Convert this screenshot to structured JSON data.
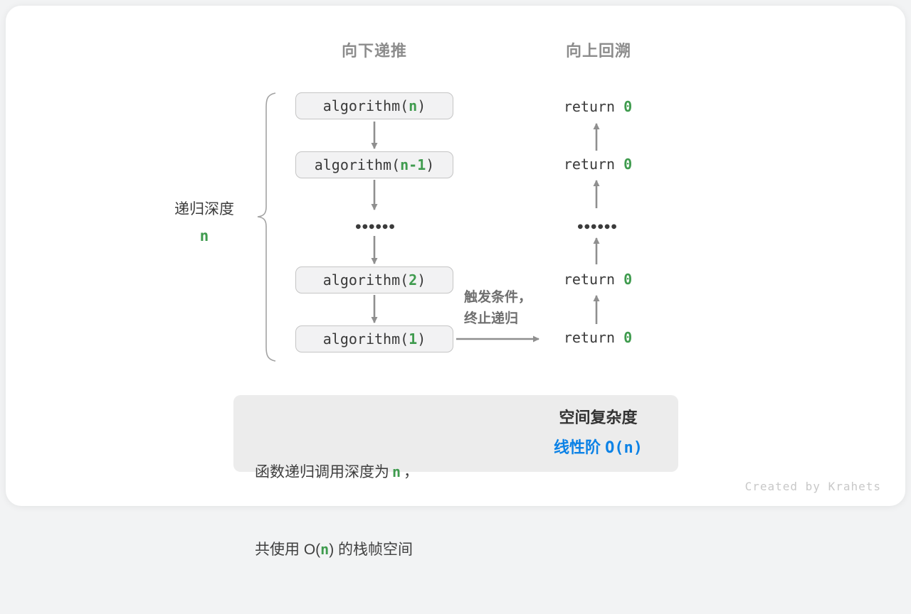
{
  "headers": {
    "recurse_down": "向下递推",
    "backtrack_up": "向上回溯"
  },
  "depth_label": {
    "text": "递归深度",
    "value": "n"
  },
  "call_stack": [
    {
      "fn": "algorithm(",
      "arg": "n",
      "close": ")"
    },
    {
      "fn": "algorithm(",
      "arg": "n-1",
      "close": ")"
    },
    {
      "fn": "algorithm(",
      "arg": "2",
      "close": ")"
    },
    {
      "fn": "algorithm(",
      "arg": "1",
      "close": ")"
    }
  ],
  "ellipsis": "••••••",
  "returns": [
    {
      "keyword": "return ",
      "value": "0"
    },
    {
      "keyword": "return ",
      "value": "0"
    },
    {
      "keyword": "return ",
      "value": "0"
    },
    {
      "keyword": "return ",
      "value": "0"
    }
  ],
  "base_case_note": {
    "line1": "触发条件，",
    "line2": "终止递归"
  },
  "summary": {
    "line1_pre": "函数递归调用深度为",
    "line1_var": "n",
    "line1_post": "，",
    "line2_pre": "共使用 O(",
    "line2_var": "n",
    "line2_post": ") 的栈帧空间",
    "result_title": "空间复杂度",
    "result_label": "线性阶 ",
    "result_value": "O(n)"
  },
  "watermark": "Created by Krahets",
  "colors": {
    "green": "#3f9b4e",
    "blue": "#0c82e6",
    "arrow": "#8f8f8f",
    "brace": "#a3a3a3",
    "block_arrow": "#c9c9c9",
    "box_fill": "#f2f2f3",
    "box_border": "#c5c5c5",
    "summary_bg": "#ececec",
    "header_gray": "#8c8c8c",
    "text_dark": "#3a3a3a"
  }
}
